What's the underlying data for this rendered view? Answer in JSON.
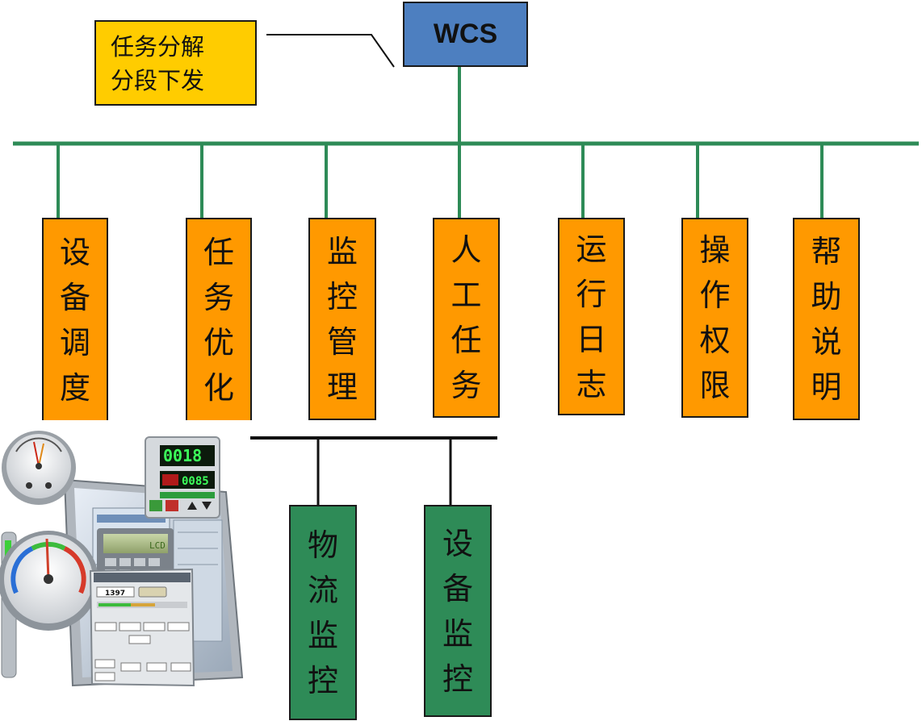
{
  "diagram": {
    "root": {
      "label": "WCS"
    },
    "note": {
      "lines": [
        "任务分解",
        "分段下发"
      ]
    },
    "modules": [
      {
        "label": "设备调度"
      },
      {
        "label": "任务优化"
      },
      {
        "label": "监控管理"
      },
      {
        "label": "人工任务"
      },
      {
        "label": "运行日志"
      },
      {
        "label": "操作权限"
      },
      {
        "label": "帮助说明"
      }
    ],
    "sub_modules": [
      {
        "label": "物流监控"
      },
      {
        "label": "设备监控"
      }
    ],
    "illustration": {
      "icon": "monitoring-dashboard-gauges-illustration",
      "readouts": {
        "pv": "0018",
        "sp": "0085",
        "lcd": "LCD",
        "faceplate_value": "1397"
      }
    },
    "colors": {
      "root": "#4d7fc0",
      "note": "#ffcc00",
      "module": "#ff9900",
      "sub_module": "#2e8b57",
      "bus": "#2e8b57",
      "sub_bus": "#111111"
    }
  }
}
